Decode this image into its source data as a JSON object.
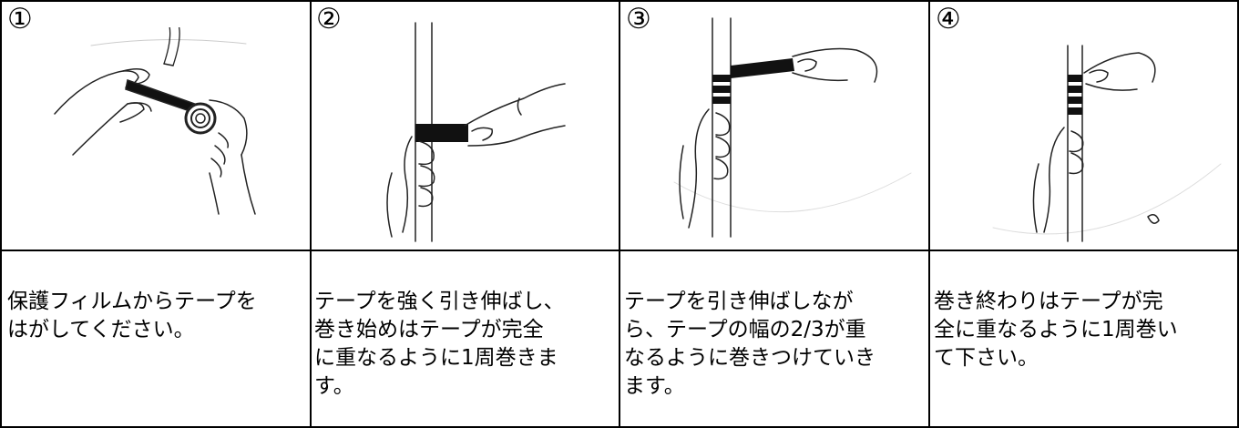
{
  "steps": [
    {
      "number": "①",
      "illustration": "peel-protective-film-drawing",
      "caption_lines": [
        "保護フィルムからテープを",
        "はがしてください。"
      ]
    },
    {
      "number": "②",
      "illustration": "stretch-tape-start-wrap-drawing",
      "caption_lines": [
        "テープを強く引き伸ばし、",
        "巻き始めはテープが完全",
        "に重なるように1周巻きま",
        "す。"
      ]
    },
    {
      "number": "③",
      "illustration": "wrap-overlapping-tape-drawing",
      "caption_lines": [
        "テープを引き伸ばしなが",
        "ら、テープの幅の2/3が重",
        "なるように巻きつけていき",
        "ます。"
      ]
    },
    {
      "number": "④",
      "illustration": "finish-wrap-drawing",
      "caption_lines": [
        "巻き終わりはテープが完",
        "全に重なるように1周巻い",
        "て下さい。"
      ]
    }
  ]
}
